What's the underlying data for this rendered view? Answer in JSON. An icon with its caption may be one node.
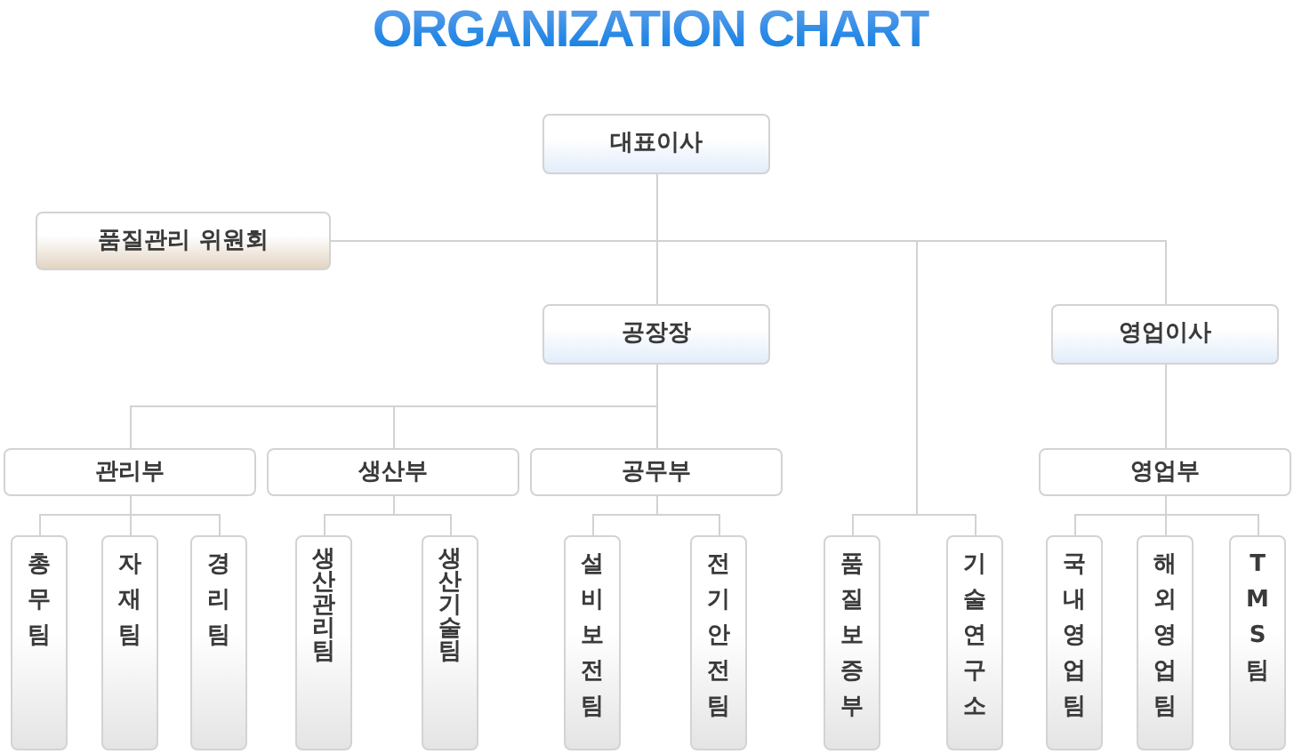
{
  "diagram": {
    "title": "ORGANIZATION CHART",
    "nodes": [
      {
        "text": [
          "대표이사"
        ]
      },
      {
        "text": [
          "품질관리 위원회"
        ]
      },
      {
        "text": [
          "공장장"
        ]
      },
      {
        "text": [
          "영업이사"
        ]
      },
      {
        "text": [
          "관리부"
        ]
      },
      {
        "text": [
          "생산부"
        ]
      },
      {
        "text": [
          "공무부"
        ]
      },
      {
        "text": [
          "영업부"
        ]
      },
      {
        "text": [
          "총무팀"
        ]
      },
      {
        "text": [
          "자재팀"
        ]
      },
      {
        "text": [
          "경리팀"
        ]
      },
      {
        "text": [
          "생산관리팀"
        ]
      },
      {
        "text": [
          "생산기술팀"
        ]
      },
      {
        "text": [
          "설비보전팀"
        ]
      },
      {
        "text": [
          "전기안전팀"
        ]
      },
      {
        "text": [
          "품질보증부"
        ]
      },
      {
        "text": [
          "기술연구소"
        ]
      },
      {
        "text": [
          "국내영업팀"
        ]
      },
      {
        "text": [
          "해외영업팀"
        ]
      },
      {
        "text": [
          "TMS팀"
        ]
      }
    ],
    "edges": [
      {
        "from": 0,
        "to": 1,
        "arrow": "none"
      },
      {
        "from": 0,
        "to": 2,
        "arrow": "none"
      },
      {
        "from": 0,
        "to": 3,
        "arrow": "none"
      },
      {
        "from": 0,
        "to": 15,
        "arrow": "none"
      },
      {
        "from": 0,
        "to": 16,
        "arrow": "none"
      },
      {
        "from": 2,
        "to": 4,
        "arrow": "none"
      },
      {
        "from": 2,
        "to": 5,
        "arrow": "none"
      },
      {
        "from": 2,
        "to": 6,
        "arrow": "none"
      },
      {
        "from": 3,
        "to": 7,
        "arrow": "none"
      },
      {
        "from": 4,
        "to": 8,
        "arrow": "none"
      },
      {
        "from": 4,
        "to": 9,
        "arrow": "none"
      },
      {
        "from": 4,
        "to": 10,
        "arrow": "none"
      },
      {
        "from": 5,
        "to": 11,
        "arrow": "none"
      },
      {
        "from": 5,
        "to": 12,
        "arrow": "none"
      },
      {
        "from": 6,
        "to": 13,
        "arrow": "none"
      },
      {
        "from": 6,
        "to": 14,
        "arrow": "none"
      },
      {
        "from": 7,
        "to": 17,
        "arrow": "none"
      },
      {
        "from": 7,
        "to": 18,
        "arrow": "none"
      },
      {
        "from": 7,
        "to": 19,
        "arrow": "none"
      }
    ]
  }
}
